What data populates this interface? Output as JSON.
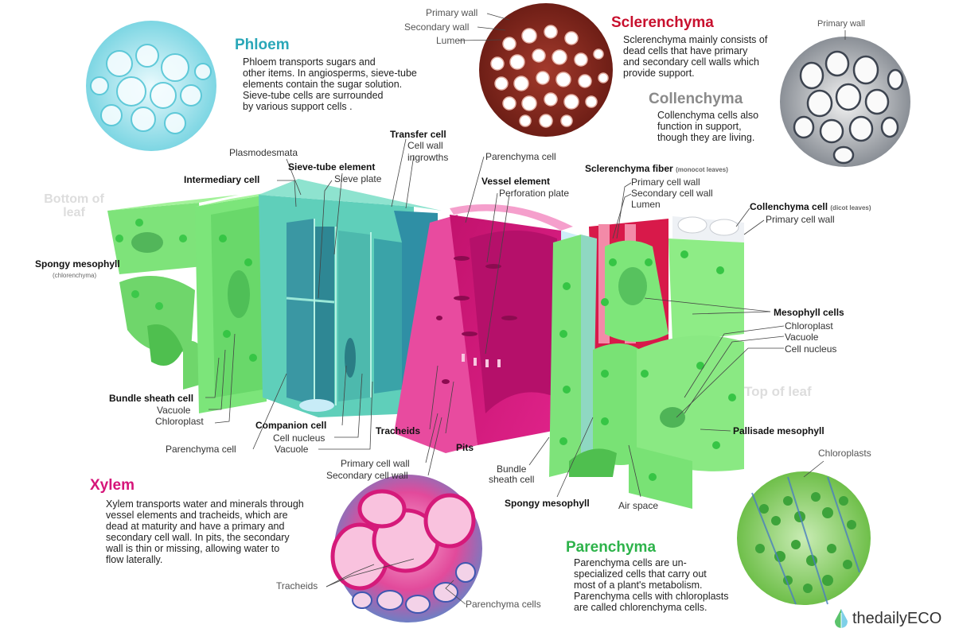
{
  "sections": {
    "phloem": {
      "title": "Phloem",
      "color": "#2aa7b8",
      "description_lines": [
        "Phloem transports sugars and",
        " other items. In angiosperms, sieve-tube",
        " elements contain the sugar solution.",
        " Sieve-tube cells are surrounded",
        "by various support cells ."
      ]
    },
    "sclerenchyma": {
      "title": "Sclerenchyma",
      "color": "#c8102e",
      "description_lines": [
        "Sclerenchyma mainly consists of",
        "dead cells that have primary",
        " and secondary cell walls which",
        " provide support."
      ]
    },
    "collenchyma": {
      "title": "Collenchyma",
      "color": "#8a8a8a",
      "description_lines": [
        "Collenchyma cells also",
        "function in support,",
        "though they are living."
      ]
    },
    "xylem": {
      "title": "Xylem",
      "color": "#d6157a",
      "description_lines": [
        "Xylem transports water and minerals through",
        "vessel elements and tracheids, which are",
        "dead at maturity and have a primary and",
        "secondary cell wall. In pits, the secondary",
        "wall is thin or missing, allowing water to",
        "flow laterally."
      ]
    },
    "parenchyma": {
      "title": "Parenchyma",
      "color": "#2db34a",
      "description_lines": [
        "Parenchyma cells are un-",
        "specialized cells that carry out",
        "most of a plant's metabolism.",
        "Parenchyma cells with chloroplasts",
        "are called chlorenchyma cells."
      ]
    }
  },
  "micrograph_labels": {
    "sclerenchyma_photo": [
      "Primary wall",
      "Secondary wall",
      "Lumen"
    ],
    "collenchyma_photo": "Primary wall",
    "xylem_photo": [
      "Tracheids",
      "Parenchyma cells"
    ],
    "parenchyma_photo": "Chloroplasts"
  },
  "orientation": {
    "bottom": "Bottom of leaf",
    "top": "Top of leaf"
  },
  "labels": {
    "plasmodesmata": "Plasmodesmata",
    "sieve_tube_element": "Sieve-tube element",
    "intermediary_cell": "Intermediary cell",
    "sieve_plate": "Sieve plate",
    "transfer_cell": "Transfer cell",
    "cell_wall_ingrowths_1": "Cell wall",
    "cell_wall_ingrowths_2": "ingrowths",
    "parenchyma_cell_top": "Parenchyma cell",
    "vessel_element": "Vessel element",
    "perforation_plate": "Perforation plate",
    "sclerenchyma_fiber": "Sclerenchyma fiber",
    "sclerenchyma_fiber_note": "(monocot leaves)",
    "primary_cell_wall_scl": "Primary cell wall",
    "secondary_cell_wall_scl": "Secondary cell wall",
    "lumen_scl": "Lumen",
    "collenchyma_cell": "Collenchyma cell",
    "collenchyma_cell_note": "(dicot leaves)",
    "primary_cell_wall_col": "Primary cell wall",
    "spongy_mesophyll_left": "Spongy mesophyll",
    "spongy_mesophyll_left_note": "(chlorenchyma)",
    "mesophyll_cells": "Mesophyll cells",
    "chloroplast_right": "Chloroplast",
    "vacuole_right": "Vacuole",
    "cell_nucleus_right": "Cell nucleus",
    "pallisade_mesophyll": "Pallisade mesophyll",
    "bundle_sheath_cell_left": "Bundle sheath cell",
    "vacuole_left": "Vacuole",
    "chloroplast_left": "Chloroplast",
    "parenchyma_cell_bottom": "Parenchyma cell",
    "companion_cell": "Companion cell",
    "cell_nucleus_mid": "Cell nucleus",
    "vacuole_mid": "Vacuole",
    "tracheids": "Tracheids",
    "pits": "Pits",
    "primary_cell_wall_xyl": "Primary cell wall",
    "secondary_cell_wall_xyl": "Secondary cell wall",
    "bundle_sheath_cell_right_1": "Bundle",
    "bundle_sheath_cell_right_2": "sheath cell",
    "spongy_mesophyll_right": "Spongy mesophyll",
    "air_space": "Air space"
  },
  "brand": {
    "name": "thedailyECO",
    "color": "#333333"
  },
  "colors": {
    "green": "#6ee06e",
    "green_dark": "#3fbf4f",
    "teal": "#4fc4b0",
    "teal_dark": "#2f8f9a",
    "magenta": "#d8187e",
    "magenta_light": "#f07ab8",
    "crimson": "#c8102e"
  }
}
